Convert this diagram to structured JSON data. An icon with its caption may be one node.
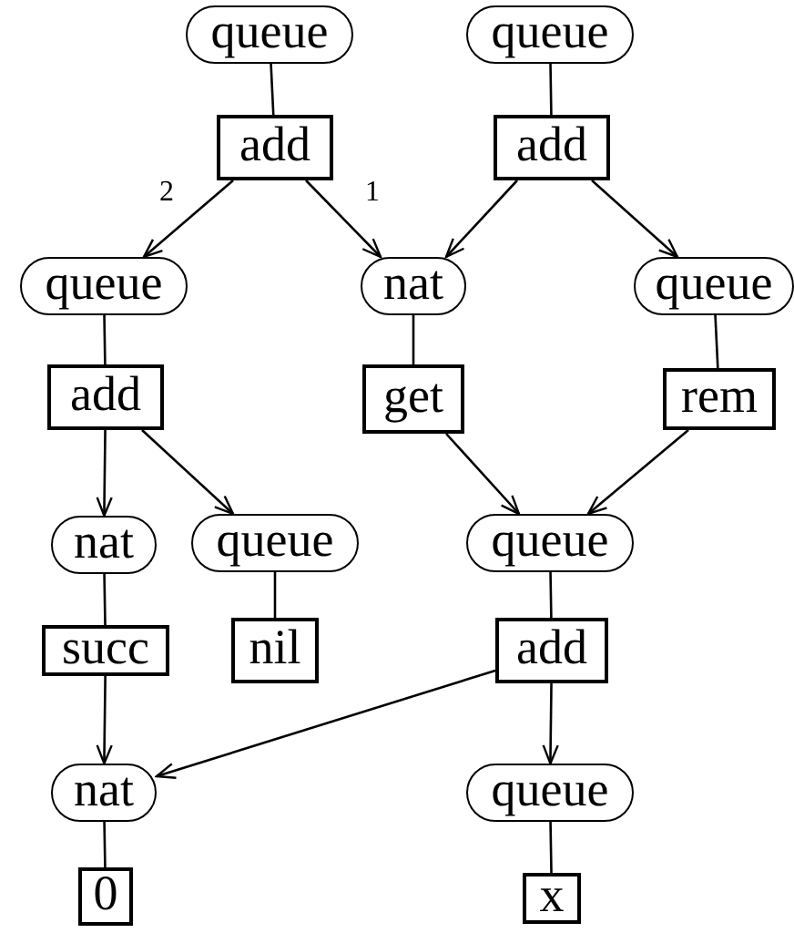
{
  "diagram": {
    "nodes": [
      {
        "text": [
          "queue"
        ]
      },
      {
        "text": [
          "queue"
        ]
      },
      {
        "text": [
          "add"
        ]
      },
      {
        "text": [
          "add"
        ]
      },
      {
        "text": [
          "queue"
        ]
      },
      {
        "text": [
          "nat"
        ]
      },
      {
        "text": [
          "queue"
        ]
      },
      {
        "text": [
          "add"
        ]
      },
      {
        "text": [
          "get"
        ]
      },
      {
        "text": [
          "rem"
        ]
      },
      {
        "text": [
          "nat"
        ]
      },
      {
        "text": [
          "queue"
        ]
      },
      {
        "text": [
          "queue"
        ]
      },
      {
        "text": [
          "succ"
        ]
      },
      {
        "text": [
          "nil"
        ]
      },
      {
        "text": [
          "add"
        ]
      },
      {
        "text": [
          "nat"
        ]
      },
      {
        "text": [
          "queue"
        ]
      },
      {
        "text": [
          "0"
        ]
      },
      {
        "text": [
          "x"
        ]
      }
    ],
    "edges": [
      {
        "from": 0,
        "to": 2,
        "arrow": "none"
      },
      {
        "from": 1,
        "to": 3,
        "arrow": "none"
      },
      {
        "from": 2,
        "to": 4,
        "arrow": "to",
        "label": "2"
      },
      {
        "from": 2,
        "to": 5,
        "arrow": "to",
        "label": "1"
      },
      {
        "from": 3,
        "to": 5,
        "arrow": "to"
      },
      {
        "from": 3,
        "to": 6,
        "arrow": "to"
      },
      {
        "from": 4,
        "to": 7,
        "arrow": "none"
      },
      {
        "from": 5,
        "to": 8,
        "arrow": "none"
      },
      {
        "from": 6,
        "to": 9,
        "arrow": "none"
      },
      {
        "from": 7,
        "to": 10,
        "arrow": "to"
      },
      {
        "from": 7,
        "to": 11,
        "arrow": "to"
      },
      {
        "from": 8,
        "to": 12,
        "arrow": "to"
      },
      {
        "from": 9,
        "to": 12,
        "arrow": "to"
      },
      {
        "from": 10,
        "to": 13,
        "arrow": "none"
      },
      {
        "from": 11,
        "to": 14,
        "arrow": "none"
      },
      {
        "from": 12,
        "to": 15,
        "arrow": "none"
      },
      {
        "from": 13,
        "to": 16,
        "arrow": "to"
      },
      {
        "from": 15,
        "to": 16,
        "arrow": "to"
      },
      {
        "from": 15,
        "to": 17,
        "arrow": "to"
      },
      {
        "from": 16,
        "to": 18,
        "arrow": "none"
      },
      {
        "from": 17,
        "to": 19,
        "arrow": "none"
      }
    ]
  }
}
